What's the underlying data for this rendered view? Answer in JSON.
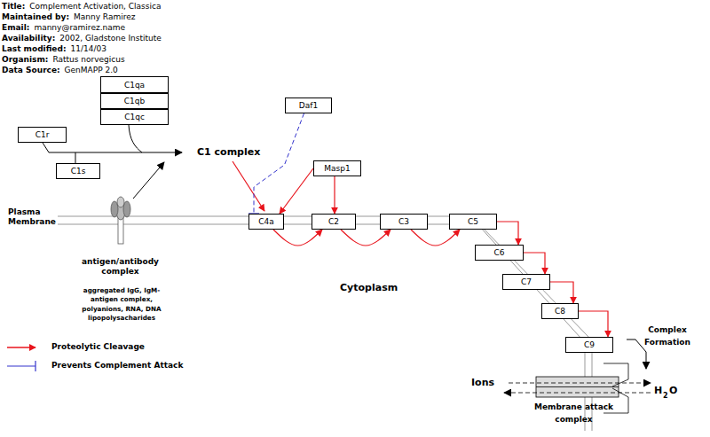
{
  "diagram": {
    "nodes": [
      {
        "text": [
          "C1qa"
        ]
      },
      {
        "text": [
          "C1qb"
        ]
      },
      {
        "text": [
          "C1qc"
        ]
      },
      {
        "text": [
          "C1r"
        ]
      },
      {
        "text": [
          "C1s"
        ]
      },
      {
        "text": [
          "Daf1"
        ]
      },
      {
        "text": [
          "Masp1"
        ]
      },
      {
        "text": [
          "C4a"
        ]
      },
      {
        "text": [
          "C2"
        ]
      },
      {
        "text": [
          "C3"
        ]
      },
      {
        "text": [
          "C5"
        ]
      },
      {
        "text": [
          "C6"
        ]
      },
      {
        "text": [
          "C7"
        ]
      },
      {
        "text": [
          "C8"
        ]
      },
      {
        "text": [
          "C9"
        ]
      }
    ],
    "edges": [
      {
        "from": 6,
        "to": 7,
        "arrow": "to"
      },
      {
        "from": 6,
        "to": 8,
        "arrow": "to"
      },
      {
        "from": 5,
        "to": 7,
        "arrow": "to"
      },
      {
        "from": 7,
        "to": 8,
        "arrow": "to"
      },
      {
        "from": 8,
        "to": 9,
        "arrow": "to"
      },
      {
        "from": 9,
        "to": 10,
        "arrow": "to"
      },
      {
        "from": 10,
        "to": 11,
        "arrow": "to"
      },
      {
        "from": 11,
        "to": 12,
        "arrow": "to"
      },
      {
        "from": 12,
        "to": 13,
        "arrow": "to"
      },
      {
        "from": 13,
        "to": 14,
        "arrow": "to"
      }
    ],
    "labels": [
      "Title:",
      "Complement Activation, Classica",
      "Maintained by:",
      "Manny Ramirez",
      "Email:",
      "manny@ramirez.name",
      "Availability:",
      "2002, Gladstone Institute",
      "Last modified:",
      "11/14/03",
      "Organism:",
      "Rattus norvegicus",
      "Data Source:",
      "GenMAPP 2.0",
      "C1 complex",
      "Plasma Membrane",
      "antigen/antibody complex",
      "aggregated IgG, IgM-antigen complex, polyanions, RNA, DNA lipopolysacharides",
      "Cytoplasm",
      "Complex Formation",
      "Ions",
      "H",
      "2",
      "O",
      "Membrane attack complex"
    ],
    "legend": [
      {
        "text": "Proteolytic Cleavage"
      },
      {
        "text": "Prevents Complement Attack"
      }
    ]
  }
}
